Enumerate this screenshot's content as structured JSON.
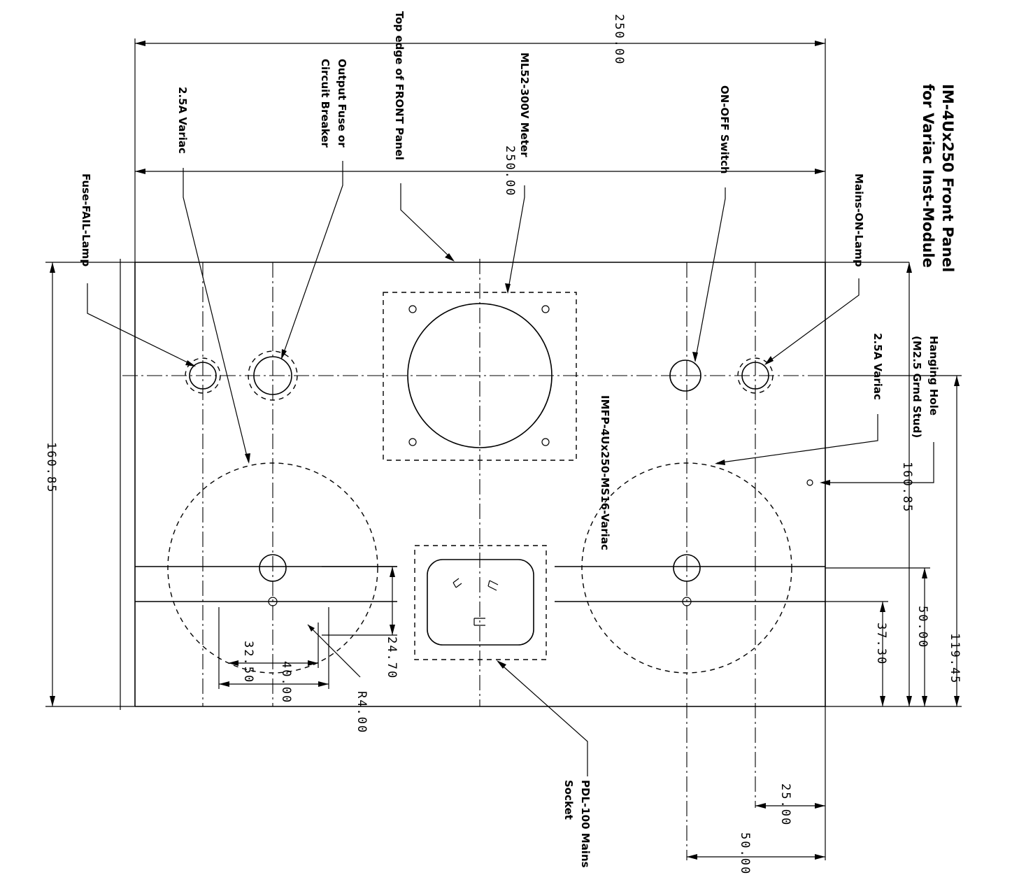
{
  "title": {
    "line1": "IM-4Ux250 Front Panel",
    "line2": "for Variac Inst-Module"
  },
  "labels": {
    "top_edge": "Top edge of FRONT Panel",
    "meter": "ML52-300V Meter",
    "on_off_switch": "ON-OFF Switch",
    "mains_on_lamp": "Mains-ON-Lamp",
    "variac_right": "2.5A Variac",
    "variac_left": "2.5A Variac",
    "output_fuse_1": "Output Fuse or",
    "output_fuse_2": "Circuit Breaker",
    "fuse_fail_lamp": "Fuse-FAIL-Lamp",
    "hanging_hole_1": "Hanging Hole",
    "hanging_hole_2": "(M2.5 Grnd Stud)",
    "part_number": "IMFP-4Ux250-MS16-Variac",
    "socket_1": "PDL-100 Mains",
    "socket_2": "Socket"
  },
  "dimensions": {
    "width_top": "250.00",
    "width_inner": "250.00",
    "height_left": "160.85",
    "height_right": "160.85",
    "d_119_45": "119.45",
    "d_50_right": "50.00",
    "d_37_30": "37.30",
    "d_25_bottom": "25.00",
    "d_50_bottom": "50.00",
    "d_24_70": "24.70",
    "d_32_50": "32.50",
    "d_40_00": "40.00",
    "d_r4": "R4.00"
  }
}
